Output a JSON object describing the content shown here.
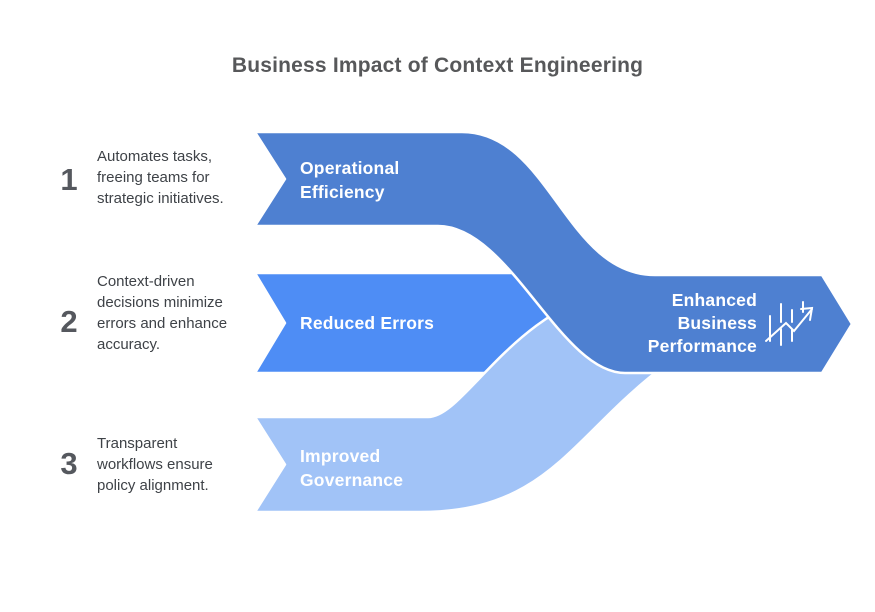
{
  "title": "Business Impact of Context Engineering",
  "colors": {
    "band1": "#4e80d1",
    "band2": "#4e8df5",
    "band3": "#a1c3f7",
    "outcome": "#4e80d1",
    "title_text": "#57585a",
    "number_text": "#55585e",
    "desc_text": "#3e4247",
    "label_text": "#ffffff"
  },
  "rows": [
    {
      "number": "1",
      "desc_lines": [
        "Automates tasks,",
        "freeing teams for",
        "strategic initiatives."
      ],
      "label_lines": [
        "Operational",
        "Efficiency"
      ]
    },
    {
      "number": "2",
      "desc_lines": [
        "Context-driven",
        "decisions minimize",
        "errors and enhance",
        "accuracy."
      ],
      "label_lines": [
        "Reduced Errors"
      ]
    },
    {
      "number": "3",
      "desc_lines": [
        "Transparent",
        "workflows ensure",
        "policy alignment."
      ],
      "label_lines": [
        "Improved",
        "Governance"
      ]
    }
  ],
  "outcome": {
    "label_lines": [
      "Enhanced",
      "Business",
      "Performance"
    ],
    "icon": "trend-chart-icon"
  }
}
